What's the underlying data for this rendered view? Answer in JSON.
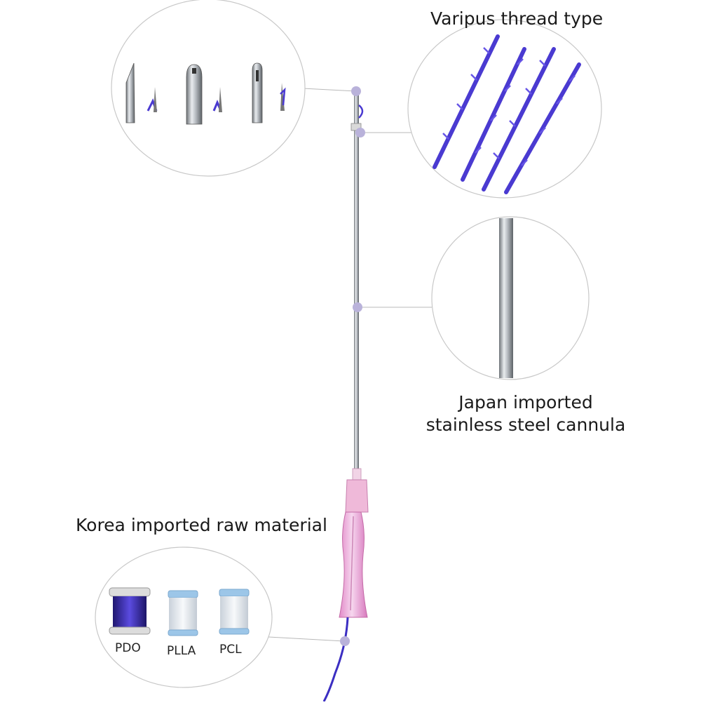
{
  "labels": {
    "thread_type": "Varipus thread type",
    "cannula_line1": "Japan imported",
    "cannula_line2": "stainless steel cannula",
    "raw_material": "Korea imported raw material"
  },
  "spools": [
    {
      "name": "PDO",
      "color": "#3a2a9c"
    },
    {
      "name": "PLLA",
      "color": "#e8eef5"
    },
    {
      "name": "PCL",
      "color": "#e8eef5"
    }
  ],
  "colors": {
    "thread": "#4a3ad1",
    "steel": "#9ea3a8",
    "handle": "#e6a6d8",
    "connector_dot": "#b9b2da",
    "circle_border": "#c8c8c8"
  }
}
